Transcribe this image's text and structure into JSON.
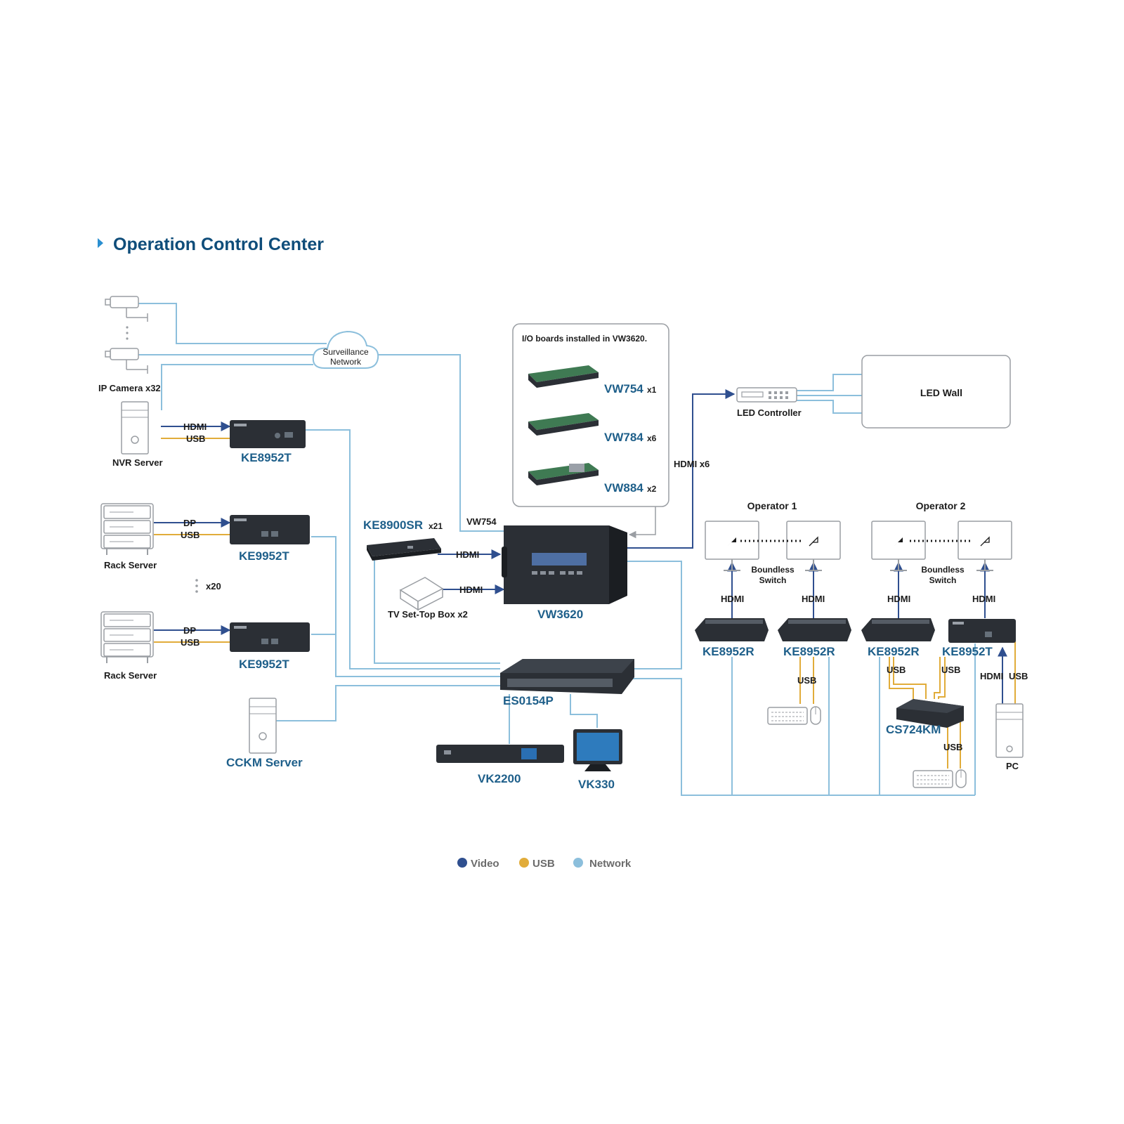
{
  "title": "Operation Control Center",
  "colors": {
    "video": "#2f4f8f",
    "usb": "#e1ac3a",
    "network": "#8cbfdc",
    "title": "#0f4d7a"
  },
  "sources": {
    "ip_camera": "IP Camera x32",
    "cloud_line1": "Surveillance",
    "cloud_line2": "Network",
    "nvr_server": "NVR Server",
    "rack_server_1": "Rack Server",
    "rack_server_2": "Rack Server",
    "rack_multiplier": "x20",
    "cckm_server": "CCKM Server"
  },
  "transmitters": {
    "ke8952t": "KE8952T",
    "ke9952t_1": "KE9952T",
    "ke9952t_2": "KE9952T",
    "ke8900sr": "KE8900SR",
    "ke8900sr_qty": "x21",
    "tv_box": "TV Set-Top Box x2"
  },
  "links": {
    "hdmi": "HDMI",
    "usb": "USB",
    "dp": "DP",
    "vw754": "VW754",
    "hdmi_x6": "HDMI x6"
  },
  "io_boards": {
    "heading": "I/O boards installed in VW3620.",
    "items": [
      {
        "model": "VW754",
        "qty": "x1"
      },
      {
        "model": "VW784",
        "qty": "x6"
      },
      {
        "model": "VW884",
        "qty": "x2"
      }
    ]
  },
  "core": {
    "vw3620": "VW3620",
    "es0154p": "ES0154P",
    "vk2200": "VK2200",
    "vk330": "VK330",
    "led_controller": "LED Controller",
    "led_wall": "LED Wall"
  },
  "operators": {
    "op1": "Operator 1",
    "op2": "Operator 2",
    "boundless_1": "Boundless",
    "boundless_2": "Switch",
    "receiver": "KE8952R",
    "transmitter": "KE8952T",
    "cs724km": "CS724KM",
    "pc": "PC"
  },
  "legend": [
    {
      "label": "Video",
      "color": "#2f4f8f"
    },
    {
      "label": "USB",
      "color": "#e1ac3a"
    },
    {
      "label": "Network",
      "color": "#8cbfdc"
    }
  ]
}
